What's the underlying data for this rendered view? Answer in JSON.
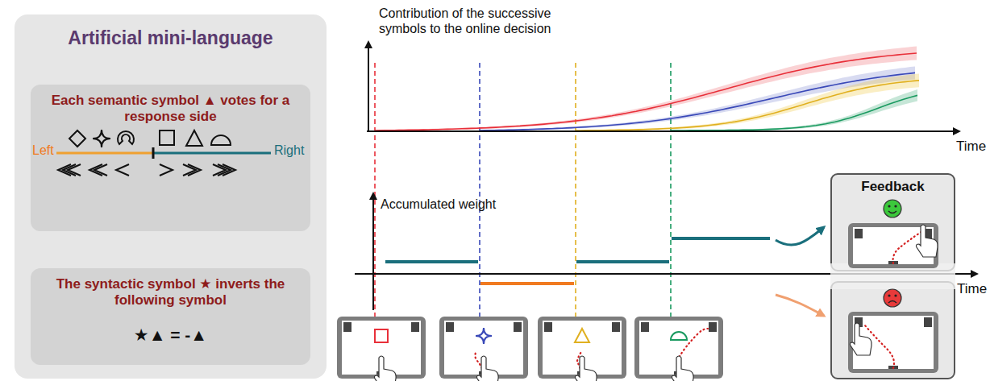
{
  "diagram": {
    "nodes": [
      {
        "text": [
          "Artificial mini-language"
        ]
      },
      {
        "text": [
          "Each semantic symbol ▲ votes for a response side"
        ],
        "in": 0
      },
      {
        "text": [
          "The syntactic symbol ★ inverts the following symbol",
          "★▲ = -▲"
        ],
        "in": 0
      },
      {
        "text": [
          "Feedback"
        ]
      }
    ],
    "labels": [
      "Left",
      "Right",
      "Contribution of the successive symbols to the online decision",
      "Time",
      "Accumulated weight",
      "Time"
    ]
  }
}
